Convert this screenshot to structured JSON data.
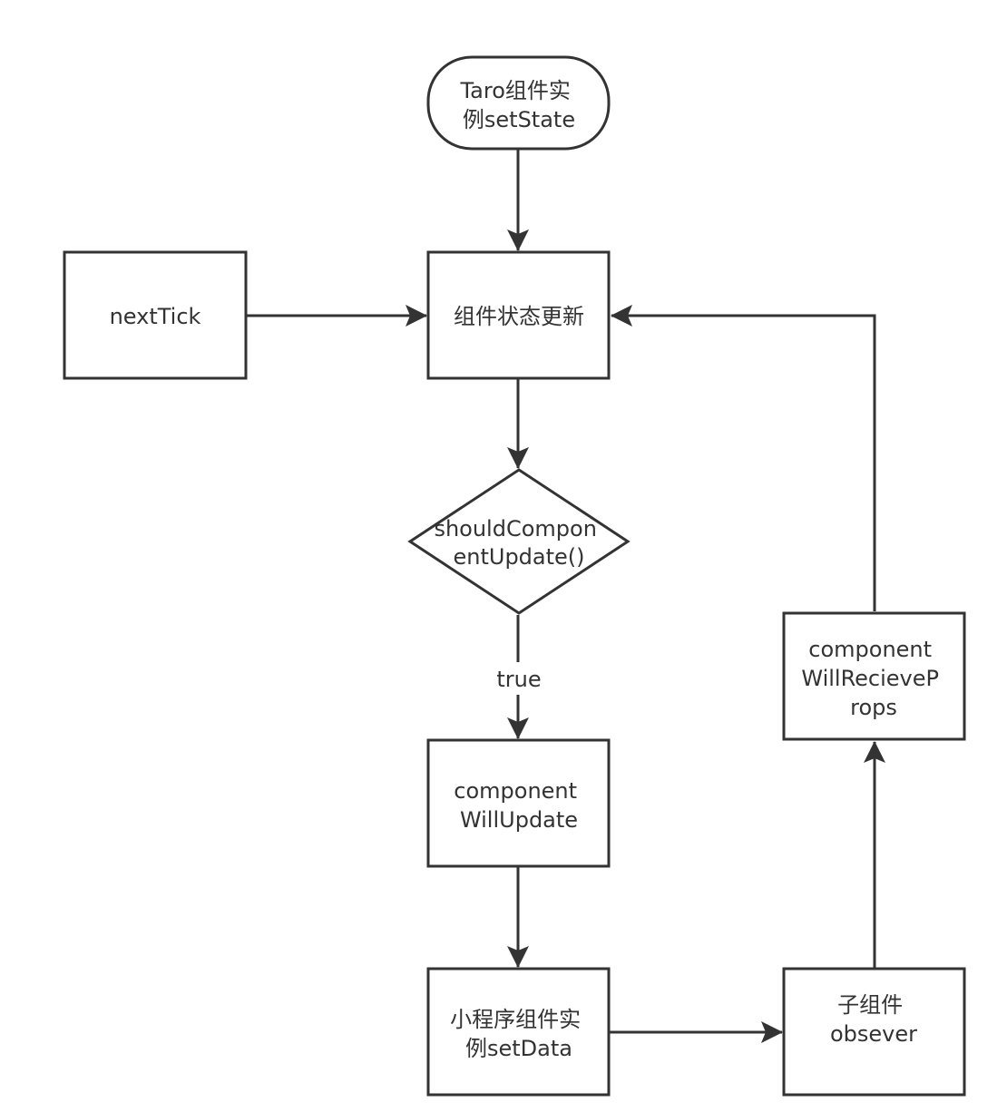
{
  "diagram": {
    "nodes": {
      "start": {
        "lines": [
          "Taro组件实",
          "例setState"
        ],
        "shape": "rounded"
      },
      "nexttick": {
        "lines": [
          "nextTick"
        ],
        "shape": "rect"
      },
      "update_state": {
        "lines": [
          "组件状态更新"
        ],
        "shape": "rect"
      },
      "should_update": {
        "lines": [
          "shouldCompon",
          "entUpdate()"
        ],
        "shape": "diamond"
      },
      "will_update": {
        "lines": [
          "component",
          "WillUpdate"
        ],
        "shape": "rect"
      },
      "set_data": {
        "lines": [
          "小程序组件实",
          "例setData"
        ],
        "shape": "rect"
      },
      "child_observer": {
        "lines": [
          "子组件",
          "obsever"
        ],
        "shape": "rect"
      },
      "will_receive": {
        "lines": [
          "component",
          "WillRecieveP",
          "rops"
        ],
        "shape": "rect"
      }
    },
    "edges": [
      {
        "from": "start",
        "to": "update_state",
        "label": ""
      },
      {
        "from": "nexttick",
        "to": "update_state",
        "label": ""
      },
      {
        "from": "update_state",
        "to": "should_update",
        "label": ""
      },
      {
        "from": "should_update",
        "to": "will_update",
        "label": "true"
      },
      {
        "from": "will_update",
        "to": "set_data",
        "label": ""
      },
      {
        "from": "set_data",
        "to": "child_observer",
        "label": ""
      },
      {
        "from": "child_observer",
        "to": "will_receive",
        "label": ""
      },
      {
        "from": "will_receive",
        "to": "update_state",
        "label": ""
      }
    ]
  }
}
